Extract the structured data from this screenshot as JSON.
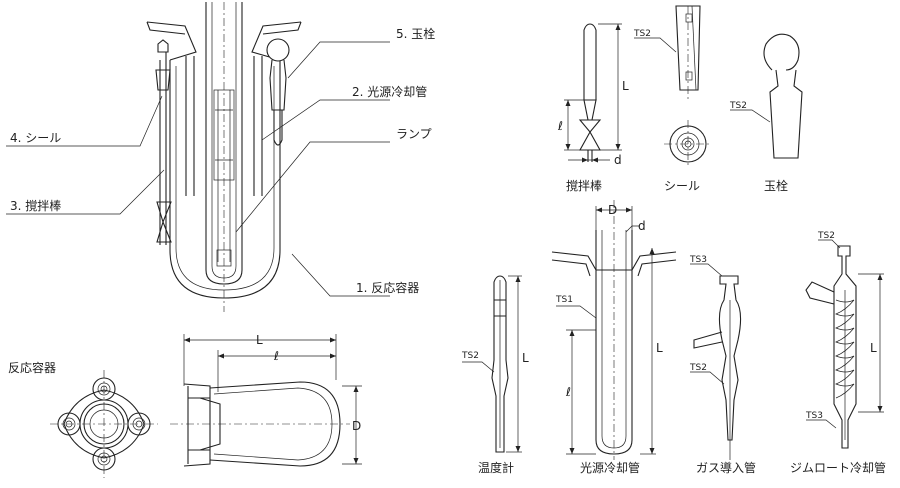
{
  "callouts": {
    "c5": "5. 玉栓",
    "c2": "2. 光源冷却管",
    "lamp": "ランプ",
    "c4": "4. シール",
    "c3": "3. 撹拌棒",
    "c1": "1. 反応容器"
  },
  "section_title": "反応容器",
  "captions": {
    "stir_rod": "撹拌棒",
    "seal": "シール",
    "stopper": "玉栓",
    "thermometer": "温度計",
    "cooling_tube": "光源冷却管",
    "gas_tube": "ガス導入管",
    "dimroth": "ジムロート冷却管"
  },
  "dims": {
    "L": "L",
    "l": "ℓ",
    "D": "D",
    "d": "d",
    "ts1": "TS1",
    "ts2": "TS2",
    "ts3": "TS3"
  }
}
